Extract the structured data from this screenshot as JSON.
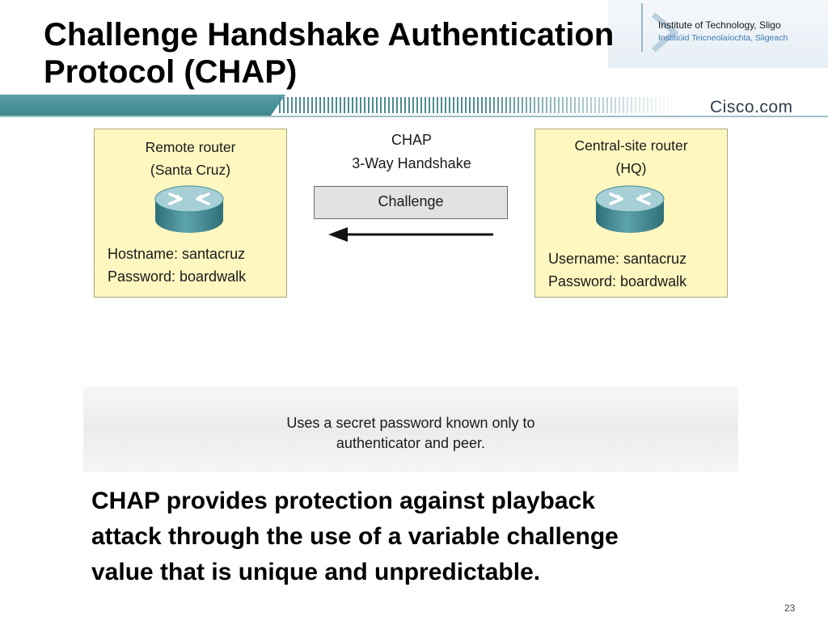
{
  "slide": {
    "title_line1": "Challenge Handshake Authentication",
    "title_line2": "Protocol (CHAP)",
    "page_number": "23"
  },
  "institute": {
    "name": "Institute of Technology, Sligo",
    "name_irish": "Institiúid Teicneolaíochta, Sligeach"
  },
  "cisco": {
    "site": "Cisco.com"
  },
  "diagram": {
    "remote": {
      "title_line1": "Remote router",
      "title_line2": "(Santa Cruz)",
      "cred_line1": "Hostname: santacruz",
      "cred_line2": "Password: boardwalk"
    },
    "central": {
      "title_line1": "Central-site router",
      "title_line2": "(HQ)",
      "cred_line1": "Username: santacruz",
      "cred_line2": "Password: boardwalk"
    },
    "handshake_title": "CHAP",
    "handshake_subtitle": "3-Way Handshake",
    "challenge_label": "Challenge",
    "note_line1": "Uses a secret password known only to",
    "note_line2": "authenticator and peer."
  },
  "body": {
    "line1": "CHAP provides protection against playback",
    "line2": "attack through the use of a variable challenge",
    "line3": "value that is unique and unpredictable."
  },
  "colors": {
    "router_box_fill": "#fff7c0",
    "router_box_border": "#a8a878",
    "router_body": "#4f8f97",
    "cisco_band": "#4b8b93",
    "challenge_fill": "#e2e2e4"
  }
}
